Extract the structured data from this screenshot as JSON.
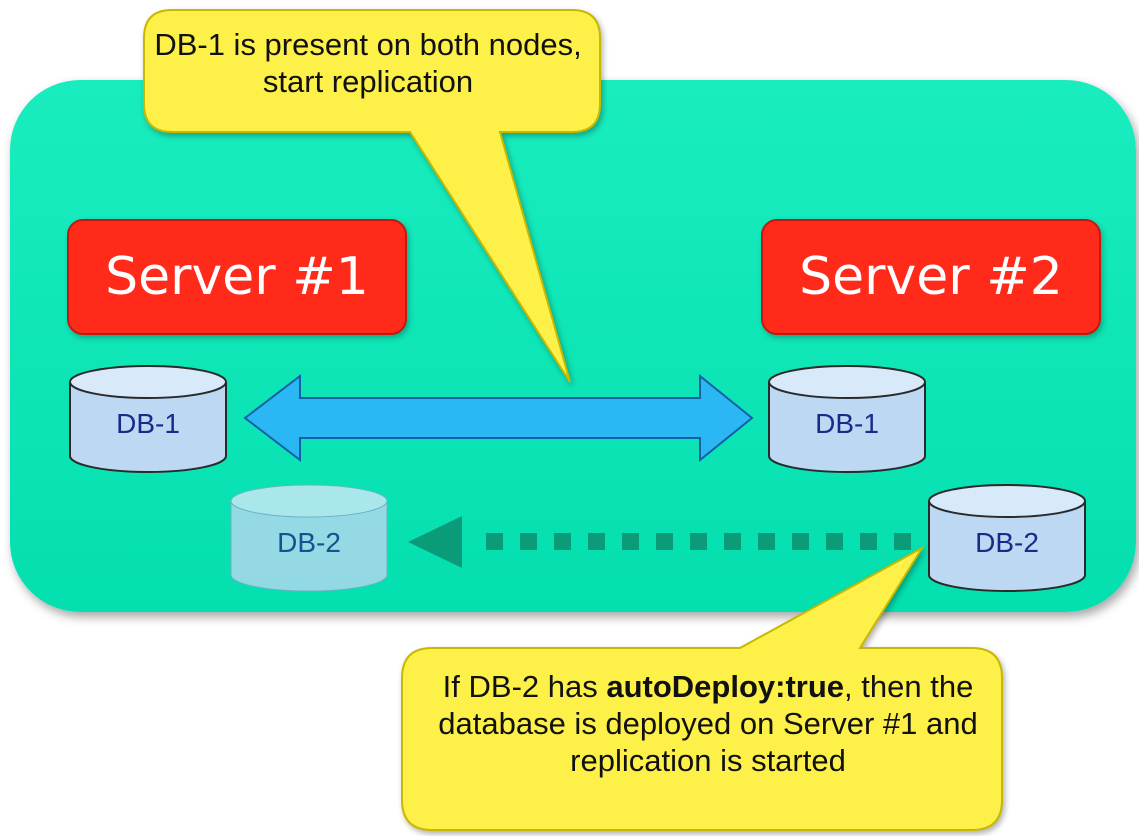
{
  "servers": {
    "server1": "Server #1",
    "server2": "Server #2"
  },
  "databases": {
    "db1_left": "DB-1",
    "db1_right": "DB-1",
    "db2_left": "DB-2",
    "db2_right": "DB-2"
  },
  "callouts": {
    "top": "DB-1 is present on both nodes, start replication",
    "bottom_before": "If DB-2 has ",
    "bottom_bold": "autoDeploy:true",
    "bottom_after": ", then the database is deployed on Server #1 and replication is started"
  },
  "colors": {
    "cluster": "#0ce6b6",
    "server": "#ff2a1a",
    "database": "#bcd8f3",
    "replication_arrow": "#2bb6f4",
    "deploy_arrow": "#0a9c78",
    "callout": "#fdf048"
  }
}
